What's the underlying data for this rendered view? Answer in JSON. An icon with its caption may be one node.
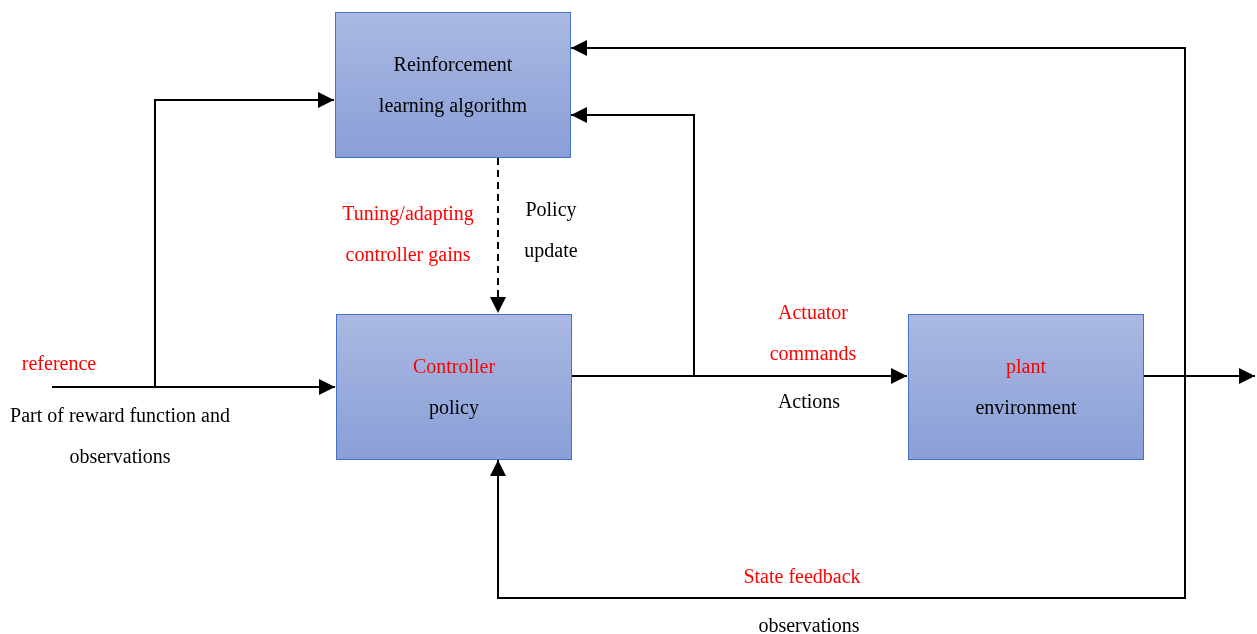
{
  "diagram": {
    "nodes": [
      {
        "text": [
          "Reinforcement learning algorithm"
        ]
      },
      {
        "text": [
          "Controller",
          "policy"
        ]
      },
      {
        "text": [
          "plant",
          "environment"
        ]
      }
    ],
    "edges": [
      {
        "from": null,
        "to": 1,
        "arrow": "to"
      },
      {
        "from": null,
        "to": 0,
        "arrow": "to"
      },
      {
        "from": 0,
        "to": 1,
        "arrow": "to",
        "style": "dashed"
      },
      {
        "from": 1,
        "to": 2,
        "arrow": "to"
      },
      {
        "from": 1,
        "to": 0,
        "arrow": "to"
      },
      {
        "from": 2,
        "to": null,
        "arrow": "to"
      },
      {
        "from": 2,
        "to": 0,
        "arrow": "to"
      },
      {
        "from": 2,
        "to": 1,
        "arrow": "to"
      }
    ],
    "labels": [
      "reference",
      "Part of reward function and observations",
      "Tuning/adapting controller gains",
      "Policy update",
      "Actuator commands",
      "Actions",
      "State feedback",
      "observations"
    ]
  }
}
